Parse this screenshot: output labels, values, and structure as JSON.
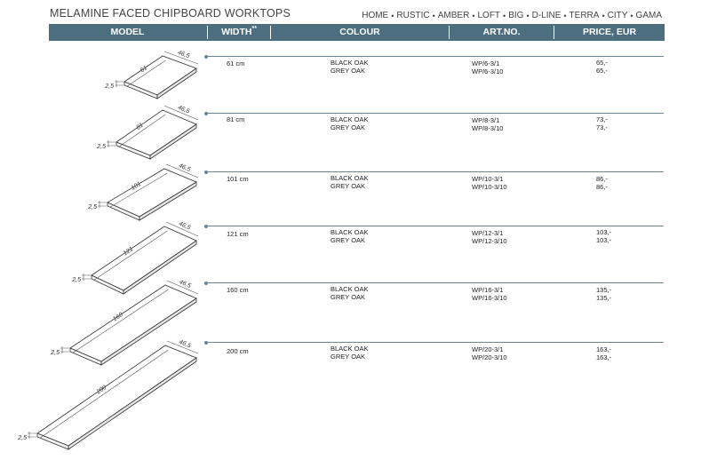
{
  "title": "MELAMINE FACED CHIPBOARD WORKTOPS",
  "series": [
    "HOME",
    "RUSTIC",
    "AMBER",
    "LOFT",
    "BIG",
    "D-LINE",
    "TERRA",
    "CITY",
    "GAMA"
  ],
  "series_separator": "•",
  "headers": {
    "model": "MODEL",
    "width": "WIDTH",
    "width_mark": "**",
    "colour": "COLOUR",
    "artno": "ART.NO.",
    "price": "PRICE, EUR"
  },
  "rows": [
    {
      "width": "61 cm",
      "dim_length": "61",
      "dim_depth": "46,5",
      "dim_thickness": "2,5",
      "colours": [
        "BLACK OAK",
        "GREY OAK"
      ],
      "art": [
        "WP/6-3/1",
        "WP/6-3/10"
      ],
      "prices": [
        "65,-",
        "65,-"
      ]
    },
    {
      "width": "81 cm",
      "dim_length": "81",
      "dim_depth": "46,5",
      "dim_thickness": "2,5",
      "colours": [
        "BLACK OAK",
        "GREY OAK"
      ],
      "art": [
        "WP/8-3/1",
        "WP/8-3/10"
      ],
      "prices": [
        "73,-",
        "73,-"
      ]
    },
    {
      "width": "101 cm",
      "dim_length": "101",
      "dim_depth": "46,5",
      "dim_thickness": "2,5",
      "colours": [
        "BLACK OAK",
        "GREY OAK"
      ],
      "art": [
        "WP/10-3/1",
        "WP/10-3/10"
      ],
      "prices": [
        "86,-",
        "86,-"
      ]
    },
    {
      "width": "121 cm",
      "dim_length": "121",
      "dim_depth": "46,5",
      "dim_thickness": "2,5",
      "colours": [
        "BLACK OAK",
        "GREY OAK"
      ],
      "art": [
        "WP/12-3/1",
        "WP/12-3/10"
      ],
      "prices": [
        "103,-",
        "103,-"
      ]
    },
    {
      "width": "160 cm",
      "dim_length": "160",
      "dim_depth": "46,5",
      "dim_thickness": "2,5",
      "colours": [
        "BLACK OAK",
        "GREY OAK"
      ],
      "art": [
        "WP/16-3/1",
        "WP/16-3/10"
      ],
      "prices": [
        "135,-",
        "135,-"
      ]
    },
    {
      "width": "200 cm",
      "dim_length": "200",
      "dim_depth": "46,5",
      "dim_thickness": "2,5",
      "colours": [
        "BLACK OAK",
        "GREY OAK"
      ],
      "art": [
        "WP/20-3/1",
        "WP/20-3/10"
      ],
      "prices": [
        "163,-",
        "163,-"
      ]
    }
  ],
  "colors": {
    "header_bg": "#4d6e7e",
    "rule": "#6a8794"
  }
}
